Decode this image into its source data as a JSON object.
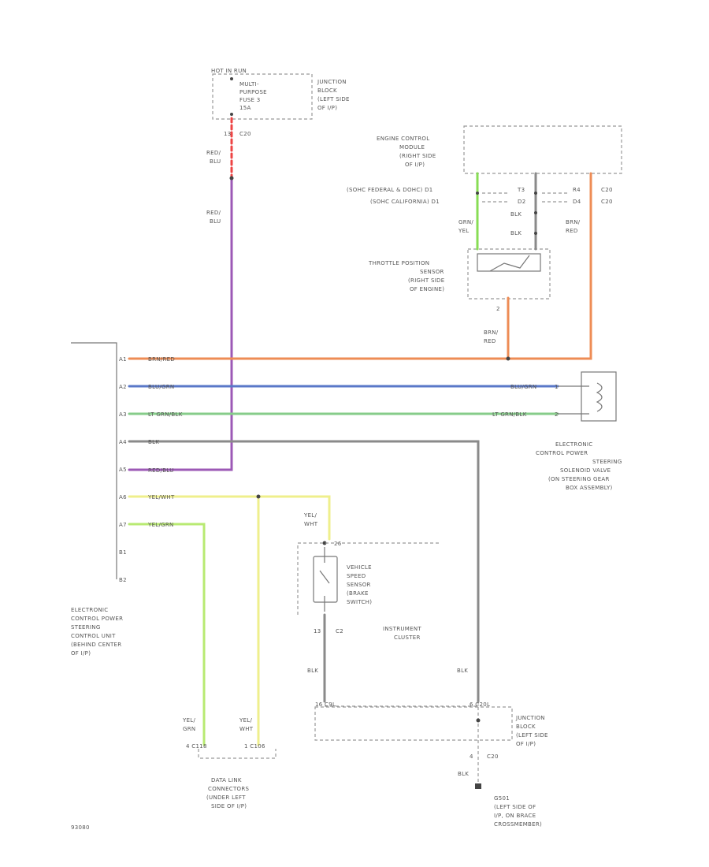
{
  "colors": {
    "red_blu": "#9c59b6",
    "orange": "#ee8c55",
    "blu_grn": "#5a78c8",
    "lt_grn_blk": "#86cc8a",
    "blk": "#8a8a8a",
    "yel_wht": "#efef8c",
    "yel_grn": "#b8ea72",
    "grn_yel": "#88dd55",
    "red": "#ee4444"
  },
  "labels": {
    "hot_run": "HOT IN RUN",
    "fuse": [
      "MULTI-",
      "PURPOSE",
      "FUSE 3",
      "15A"
    ],
    "jb_top": [
      "JUNCTION",
      "BLOCK",
      "(LEFT SIDE",
      "OF I/P)"
    ],
    "jb_top_pin": "13",
    "jb_top_conn": "C20",
    "red_blu_1": [
      "RED/",
      "BLU"
    ],
    "red_blu_2": [
      "RED/",
      "BLU"
    ],
    "ecm": [
      "ENGINE CONTROL",
      "MODULE",
      "(RIGHT SIDE",
      "OF I/P)"
    ],
    "sohc_fed": "(SOHC FEDERAL & DOHC)  D1",
    "sohc_cal": "(SOHC CALIFORNIA)  D1",
    "ecm_p1a": "T3",
    "ecm_p1b": "D2",
    "ecm_p2a": "R4",
    "ecm_p2b": "D4",
    "ecm_c1": "C20",
    "ecm_c2": "C20",
    "blk_1": "BLK",
    "blk_2": "BLK",
    "grn_yel": [
      "GRN/",
      "YEL"
    ],
    "brn_red_1": [
      "BRN/",
      "RED"
    ],
    "tps": [
      "THROTTLE POSITION",
      "SENSOR",
      "(RIGHT SIDE",
      "OF ENGINE)"
    ],
    "tps_pin": "2",
    "brn_red_2": [
      "BRN/",
      "RED"
    ],
    "ecu_pins": [
      "A1",
      "A2",
      "A3",
      "A4",
      "A5",
      "A6",
      "A7",
      "B1",
      "B2"
    ],
    "w_orange": "BRN/RED",
    "w_blu_1": "BLU/GRN",
    "w_blu_2": "BLU/GRN",
    "w_grn_1": "LT GRN/BLK",
    "w_grn_2": "LT GRN/BLK",
    "w_blk": "BLK",
    "w_red": "RED/BLU",
    "w_yelwht": "YEL/WHT",
    "w_yelgrn": "YEL/GRN",
    "sol_pin1": "1",
    "sol_pin2": "2",
    "solenoid": [
      "ELECTRONIC",
      "CONTROL POWER",
      "STEERING",
      "SOLENOID VALVE",
      "(ON STEERING GEAR",
      "BOX ASSEMBLY)"
    ],
    "yel_wht_v": [
      "YEL/",
      "WHT"
    ],
    "ic_pin_top": "26",
    "vss": [
      "VEHICLE",
      "SPEED",
      "SENSOR",
      "(BRAKE",
      "SWITCH)"
    ],
    "ic_pin_bot": "13",
    "ic_conn_bot": "C2",
    "ic": [
      "INSTRUMENT",
      "CLUSTER"
    ],
    "ecu": [
      "ELECTRONIC",
      "CONTROL POWER",
      "STEERING",
      "CONTROL UNIT",
      "(BEHIND CENTER",
      "OF I/P)"
    ],
    "blk_ic": "BLK",
    "blk_right": "BLK",
    "jb_bot_l": "16  C9L",
    "jb_bot_r": "6  C20L",
    "jb_bot": [
      "JUNCTION",
      "BLOCK",
      "(LEFT SIDE",
      "OF I/P)"
    ],
    "jb_bot_pin": "4",
    "jb_bot_conn": "C20",
    "blk_g": "BLK",
    "ground": [
      "G501",
      "(LEFT SIDE OF",
      "I/P, ON BRACE",
      "CROSSMEMBER)"
    ],
    "yel_grn_v": [
      "YEL/",
      "GRN"
    ],
    "yel_wht_v2": [
      "YEL/",
      "WHT"
    ],
    "dlc_l": "4  C118",
    "dlc_r": "1  C106",
    "dlc": [
      "DATA LINK",
      "CONNECTORS",
      "(UNDER LEFT",
      "SIDE OF I/P)"
    ],
    "fig": "93080"
  }
}
